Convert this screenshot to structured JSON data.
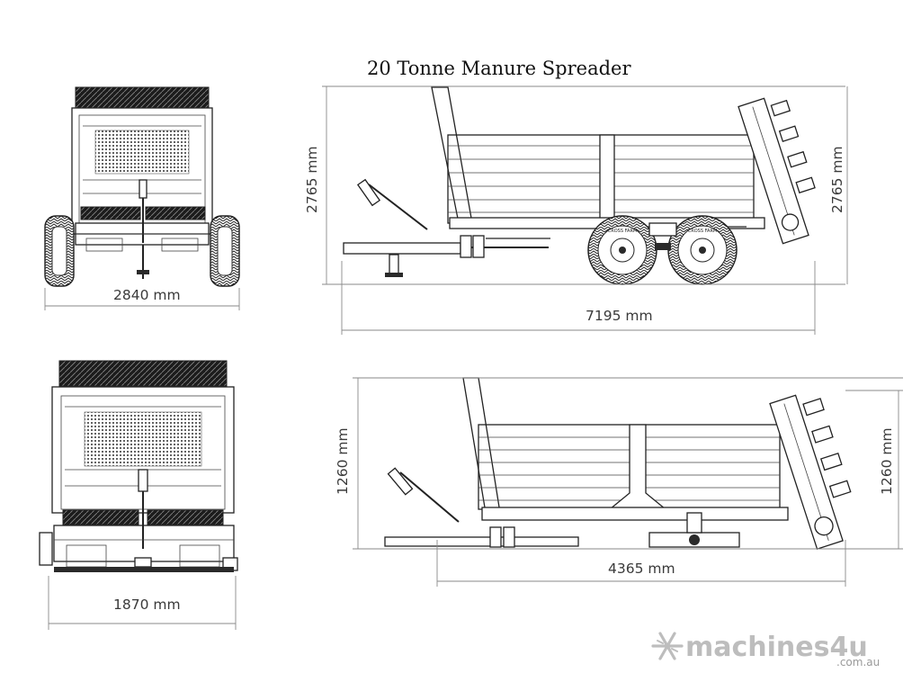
{
  "title": "20 Tonne Manure Spreader",
  "dimensions": {
    "front_width_top": "2840 mm",
    "side_length_top": "7195 mm",
    "side_height_top_left": "2765 mm",
    "side_height_top_right": "2765 mm",
    "front_width_bottom": "1870 mm",
    "side_length_bottom": "4365 mm",
    "side_height_bottom_left": "1260 mm",
    "side_height_bottom_right": "1260 mm"
  },
  "tyre_text": "CROSS FARM",
  "logo": {
    "name": "machines4u",
    "domain": ".com.au",
    "icon": "snowflake-star-icon"
  }
}
